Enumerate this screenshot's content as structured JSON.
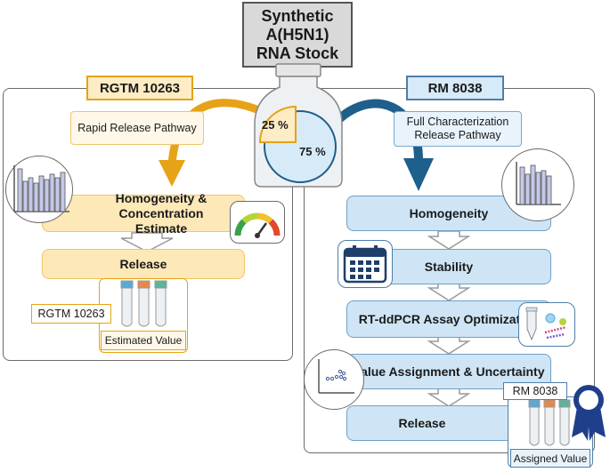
{
  "stock": {
    "title": "Synthetic A(H5N1) RNA Stock"
  },
  "left": {
    "header": "RGTM 10263",
    "pathway": "Rapid Release Pathway",
    "steps": [
      "Homogeneity & Concentration Estimate",
      "Release"
    ],
    "material_label": "RGTM 10263",
    "value_label": "Estimated Value"
  },
  "right": {
    "header": "RM 8038",
    "pathway": "Full Characterization Release Pathway",
    "steps": [
      "Homogeneity",
      "Stability",
      "RT-ddPCR Assay Optimization",
      "Value Assignment & Uncertainty",
      "Release"
    ],
    "material_label": "RM 8038",
    "value_label": "Assigned Value"
  },
  "split": {
    "left_pct": "25 %",
    "right_pct": "75 %"
  },
  "colors": {
    "orange": "#e6a317",
    "blue": "#1f5f8b",
    "tube_blue": "#5aa9d6",
    "tube_orange": "#e8874a",
    "tube_green": "#5fb39b"
  },
  "icons": [
    "bar-chart-icon",
    "gauge-icon",
    "calendar-icon",
    "pcr-tube-icon",
    "scatter-plot-icon",
    "ribbon-icon",
    "tube-rack-icon",
    "bottle-icon"
  ]
}
